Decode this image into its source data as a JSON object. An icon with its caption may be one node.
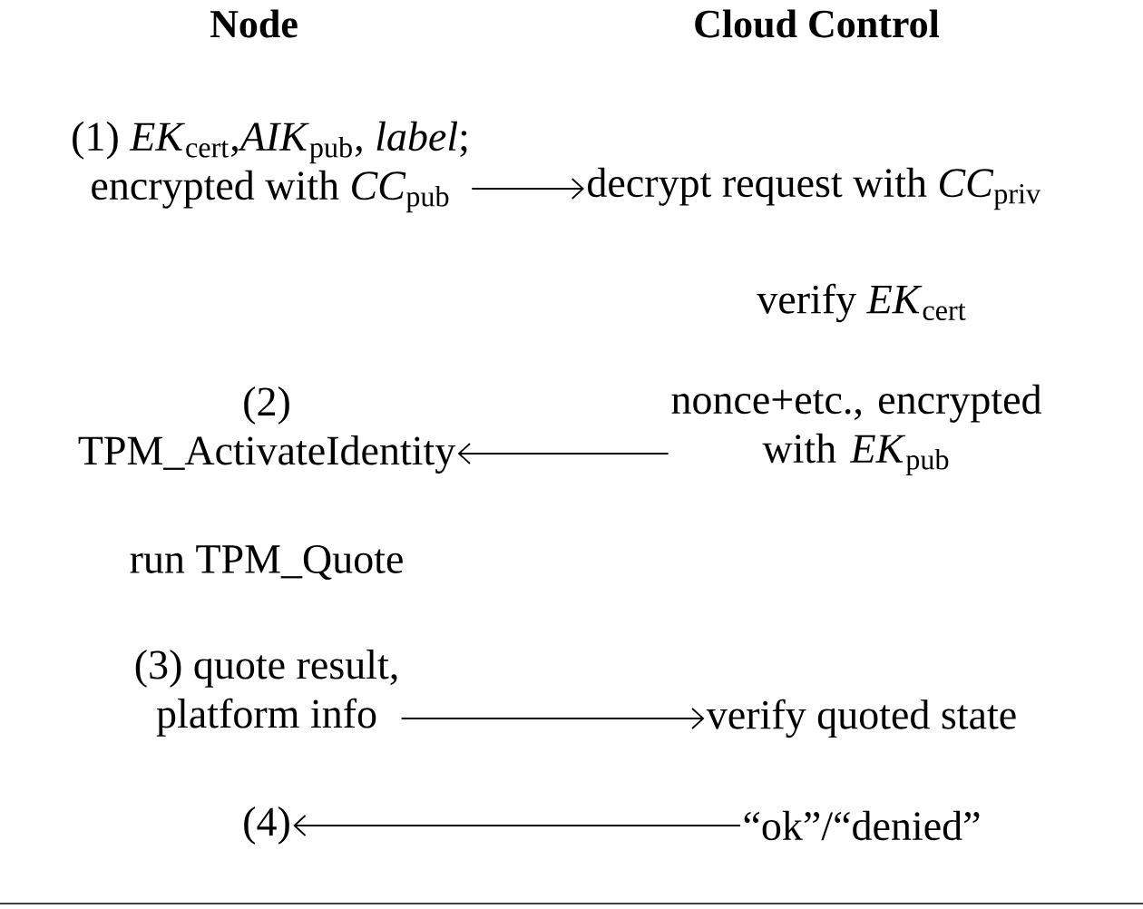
{
  "diagram": {
    "nodes": [
      {
        "text": [
          "(1) *EK*$_{cert}$,*AIK*$_{pub}$, *label*; encrypted with *CC*$_{pub}$"
        ]
      },
      {
        "text": [
          "decrypt request with *CC*$_{priv}$"
        ]
      },
      {
        "text": [
          "verify *EK*$_{cert}$"
        ]
      },
      {
        "text": [
          "(2) TPM_ActivateIdentity"
        ]
      },
      {
        "text": [
          "nonce+etc., encrypted with *EK*$_{pub}$"
        ]
      },
      {
        "text": [
          "run TPM_Quote"
        ]
      },
      {
        "text": [
          "(3) quote result, platform info"
        ]
      },
      {
        "text": [
          "verify quoted state"
        ]
      },
      {
        "text": [
          "(4)"
        ]
      },
      {
        "text": [
          "“ok”/“denied”"
        ]
      }
    ],
    "edges": [
      {
        "from": 0,
        "to": 1,
        "arrow": "to"
      },
      {
        "from": 4,
        "to": 3,
        "arrow": "to"
      },
      {
        "from": 6,
        "to": 7,
        "arrow": "to"
      },
      {
        "from": 9,
        "to": 8,
        "arrow": "to"
      }
    ],
    "labels": [
      "Node",
      "Cloud Control"
    ]
  }
}
